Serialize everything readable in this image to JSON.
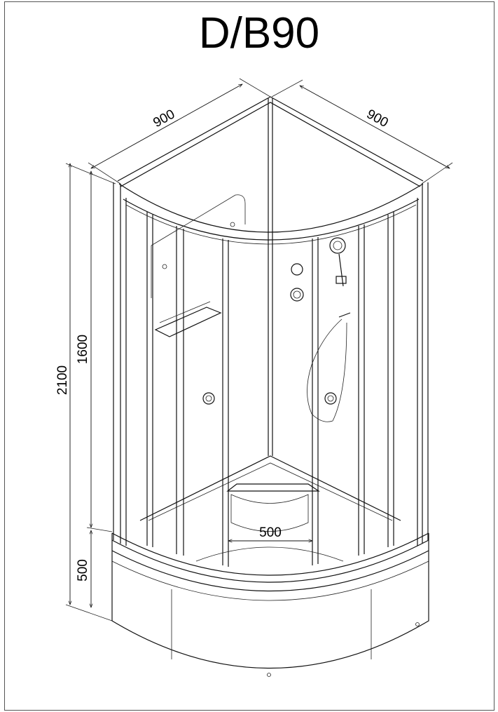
{
  "title": "D/B90",
  "dimensions": {
    "width_left": "900",
    "width_right": "900",
    "total_height": "2100",
    "glass_height": "1600",
    "tray_height": "500",
    "seat_width": "500"
  }
}
